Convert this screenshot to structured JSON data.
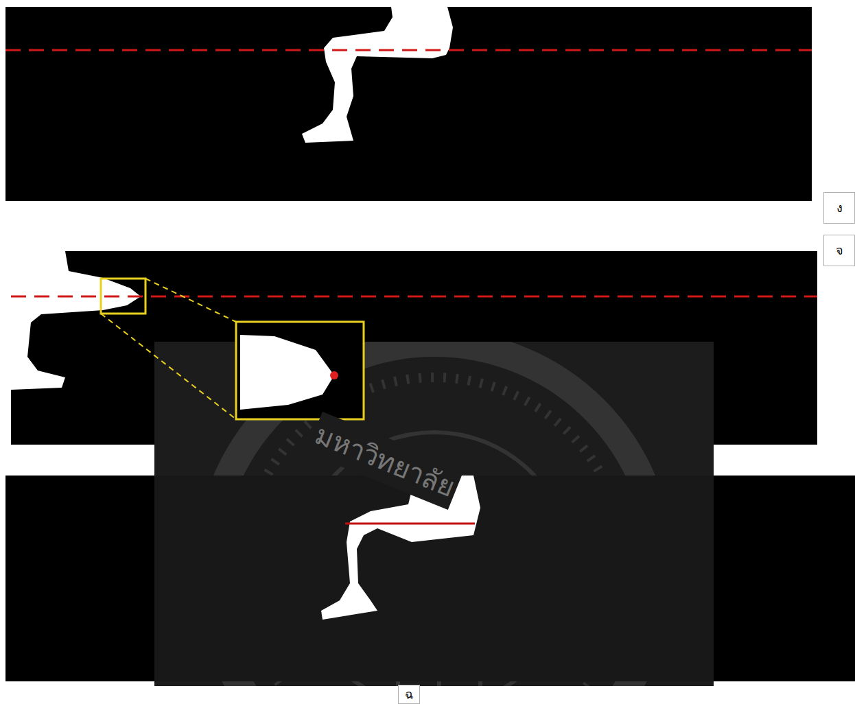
{
  "diagram": {
    "nodes": [
      {
        "text": [
          "ง"
        ]
      },
      {
        "text": [
          "จ"
        ]
      },
      {
        "text": [
          "ฉ"
        ]
      }
    ],
    "labels": [
      "มหาวิทยาลัย"
    ]
  }
}
